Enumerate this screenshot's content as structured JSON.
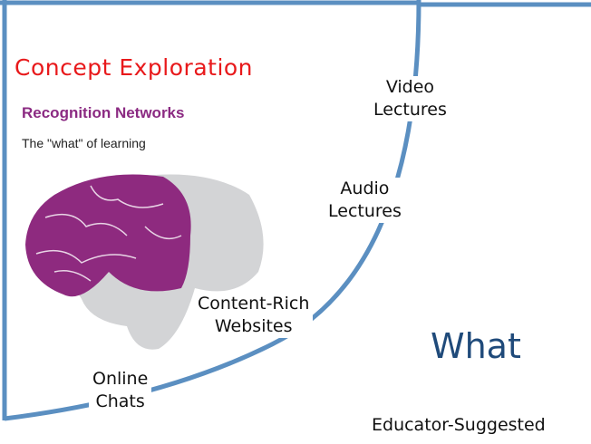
{
  "title": "Concept Exploration",
  "network": {
    "heading": "Recognition Networks",
    "subtitle": "The \"what\" of learning"
  },
  "resources": [
    {
      "line1": "Video",
      "line2": "Lectures"
    },
    {
      "line1": "Audio",
      "line2": "Lectures"
    },
    {
      "line1": "Content-Rich",
      "line2": "Websites"
    },
    {
      "line1": "Online",
      "line2": "Chats"
    }
  ],
  "quadrant_label": "What",
  "footer_label": "Educator-Suggested",
  "colors": {
    "line": "#5b8fc1",
    "title": "#e8191b",
    "brain_purple": "#8e2a7f",
    "brain_gray": "#d3d4d6",
    "what": "#1f4a7a"
  }
}
